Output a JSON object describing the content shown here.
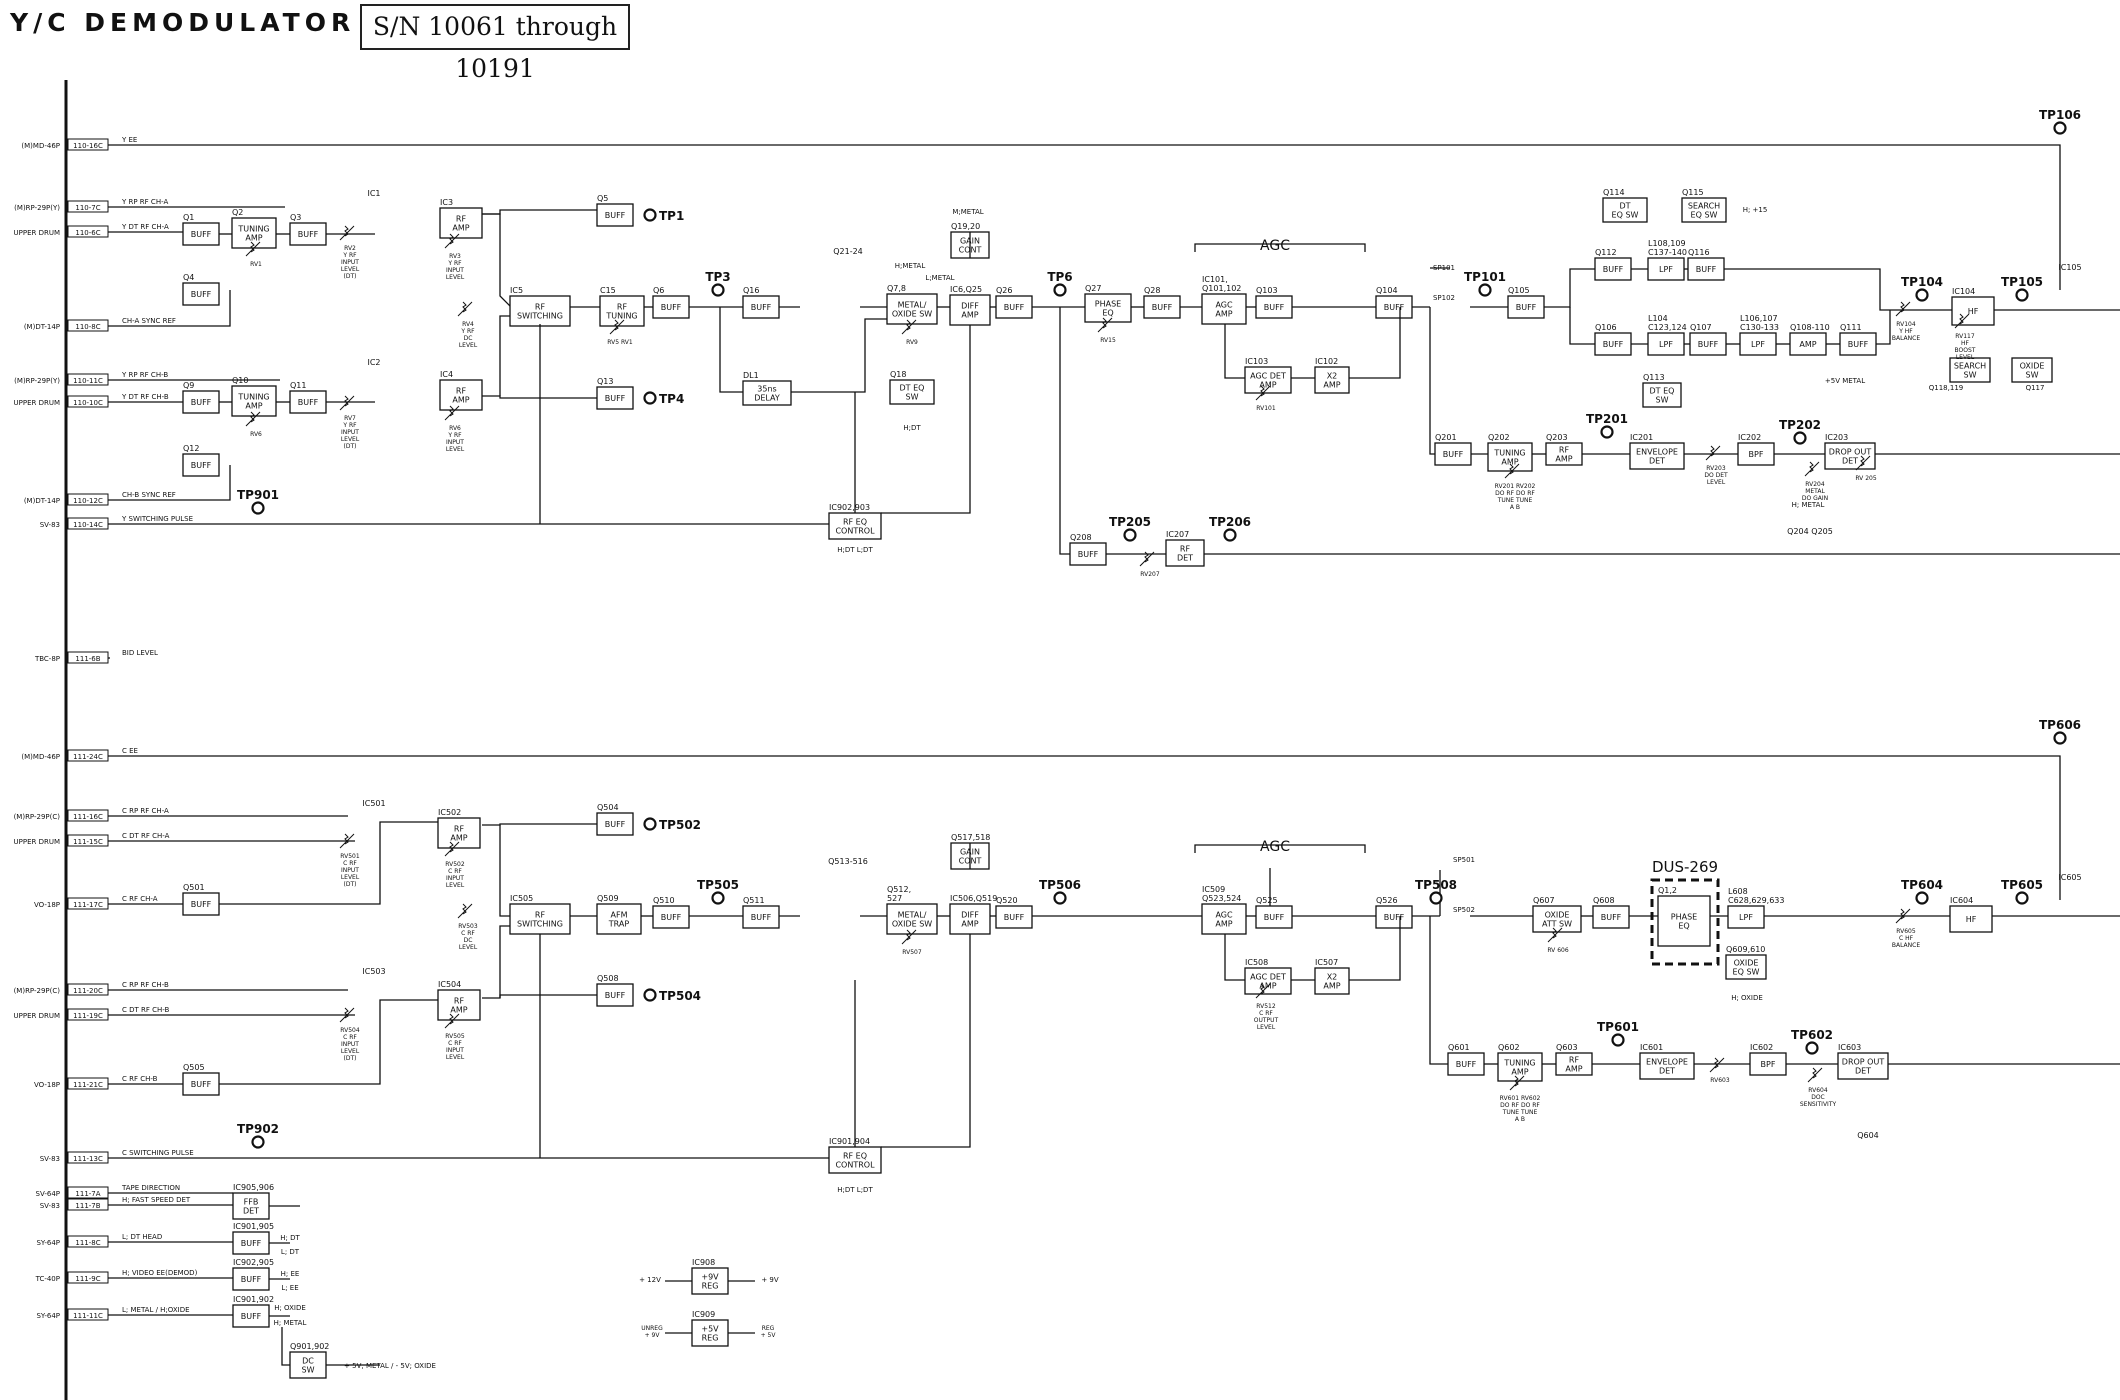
{
  "header": {
    "title": "Y/C DEMODULATOR",
    "serial": "S/N  10061  through  10191"
  },
  "connectors": [
    {
      "id": "c1",
      "left": "(M)MD-46P",
      "right": "110-16C",
      "signal": "Y EE"
    },
    {
      "id": "c2",
      "left": "(M)RP-29P(Y)",
      "right": "110-7C",
      "signal": "Y RP RF CH-A"
    },
    {
      "id": "c3",
      "left": "UPPER DRUM",
      "right": "110-6C",
      "signal": "Y DT RF CH-A"
    },
    {
      "id": "c4",
      "left": "(M)DT-14P",
      "right": "110-8C",
      "signal": "CH-A SYNC REF"
    },
    {
      "id": "c5",
      "left": "(M)RP-29P(Y)",
      "right": "110-11C",
      "signal": "Y RP RF CH-B"
    },
    {
      "id": "c6",
      "left": "UPPER DRUM",
      "right": "110-10C",
      "signal": "Y DT RF CH-B"
    },
    {
      "id": "c7",
      "left": "(M)DT-14P",
      "right": "110-12C",
      "signal": "CH-B SYNC REF"
    },
    {
      "id": "c8",
      "left": "SV-83",
      "right": "110-14C",
      "signal": "Y SWITCHING PULSE"
    },
    {
      "id": "c9",
      "left": "TBC-8P",
      "right": "111-6B",
      "signal": "BID LEVEL"
    },
    {
      "id": "c10",
      "left": "(M)MD-46P",
      "right": "111-24C",
      "signal": "C EE"
    },
    {
      "id": "c11",
      "left": "(M)RP-29P(C)",
      "right": "111-16C",
      "signal": "C RP RF CH-A"
    },
    {
      "id": "c12",
      "left": "UPPER DRUM",
      "right": "111-15C",
      "signal": "C DT RF CH-A"
    },
    {
      "id": "c13",
      "left": "VO-18P",
      "right": "111-17C",
      "signal": "C RF CH-A"
    },
    {
      "id": "c14",
      "left": "(M)RP-29P(C)",
      "right": "111-20C",
      "signal": "C RP RF CH-B"
    },
    {
      "id": "c15",
      "left": "UPPER DRUM",
      "right": "111-19C",
      "signal": "C DT RF CH-B"
    },
    {
      "id": "c16",
      "left": "VO-18P",
      "right": "111-21C",
      "signal": "C RF CH-B"
    },
    {
      "id": "c17",
      "left": "SV-83",
      "right": "111-13C",
      "signal": "C SWITCHING PULSE"
    },
    {
      "id": "c18",
      "left": "SV-64P",
      "right": "111-7A",
      "signal": "TAPE DIRECTION"
    },
    {
      "id": "c19",
      "left": "SV-83",
      "right": "111-7B",
      "signal": "H; FAST SPEED DET"
    },
    {
      "id": "c20",
      "left": "SY-64P",
      "right": "111-8C",
      "signal": "L; DT HEAD"
    },
    {
      "id": "c21",
      "left": "TC-40P",
      "right": "111-9C",
      "signal": "H; VIDEO EE(DEMOD)"
    },
    {
      "id": "c22",
      "left": "SY-64P",
      "right": "111-11C",
      "signal": "L; METAL / H;OXIDE"
    }
  ],
  "blocks": [
    {
      "id": "q1",
      "ref": "Q1",
      "text": "BUFF"
    },
    {
      "id": "q2",
      "ref": "Q2",
      "text": "TUNING|AMP"
    },
    {
      "id": "q3",
      "ref": "Q3",
      "text": "BUFF"
    },
    {
      "id": "q4",
      "ref": "Q4",
      "text": "BUFF"
    },
    {
      "id": "q9",
      "ref": "Q9",
      "text": "BUFF"
    },
    {
      "id": "q10",
      "ref": "Q10",
      "text": "TUNING|AMP"
    },
    {
      "id": "q11",
      "ref": "Q11",
      "text": "BUFF"
    },
    {
      "id": "q12",
      "ref": "Q12",
      "text": "BUFF"
    },
    {
      "id": "ic3",
      "ref": "IC3",
      "text": "RF|AMP"
    },
    {
      "id": "ic4",
      "ref": "IC4",
      "text": "RF|AMP"
    },
    {
      "id": "q5",
      "ref": "Q5",
      "text": "BUFF"
    },
    {
      "id": "q13",
      "ref": "Q13",
      "text": "BUFF"
    },
    {
      "id": "ic5",
      "ref": "IC5",
      "text": "RF|SWITCHING"
    },
    {
      "id": "c15",
      "ref": "C15",
      "text": "RF|TUNING"
    },
    {
      "id": "q6",
      "ref": "Q6",
      "text": "BUFF"
    },
    {
      "id": "q16",
      "ref": "Q16",
      "text": "BUFF"
    },
    {
      "id": "dl1",
      "ref": "DL1",
      "text": "35ns|DELAY"
    },
    {
      "id": "q78",
      "ref": "Q7,8",
      "text": "METAL/|OXIDE SW"
    },
    {
      "id": "q1920",
      "ref": "Q19,20",
      "text": "GAIN|CONT"
    },
    {
      "id": "ic6",
      "ref": "IC6,Q25",
      "text": "DIFF|AMP"
    },
    {
      "id": "q18",
      "ref": "Q18",
      "text": "DT EQ|SW"
    },
    {
      "id": "ic902",
      "ref": "IC902,903",
      "text": "RF EQ|CONTROL"
    },
    {
      "id": "q26",
      "ref": "Q26",
      "text": "BUFF"
    },
    {
      "id": "q27",
      "ref": "Q27",
      "text": "PHASE|EQ"
    },
    {
      "id": "q28",
      "ref": "Q28",
      "text": "BUFF"
    },
    {
      "id": "ic101",
      "ref": "IC101,|Q101,102",
      "text": "AGC|AMP"
    },
    {
      "id": "q103",
      "ref": "Q103",
      "text": "BUFF"
    },
    {
      "id": "ic103",
      "ref": "IC103",
      "text": "AGC DET|AMP"
    },
    {
      "id": "ic102",
      "ref": "IC102",
      "text": "X2|AMP"
    },
    {
      "id": "q104",
      "ref": "Q104",
      "text": "BUFF"
    },
    {
      "id": "q105",
      "ref": "Q105",
      "text": "BUFF"
    },
    {
      "id": "q114",
      "ref": "Q114",
      "text": "DT|EQ SW"
    },
    {
      "id": "q115",
      "ref": "Q115",
      "text": "SEARCH|EQ SW"
    },
    {
      "id": "q112",
      "ref": "Q112",
      "text": "BUFF"
    },
    {
      "id": "l108",
      "ref": "L108,109|C137-140",
      "text": "LPF"
    },
    {
      "id": "q116",
      "ref": "Q116",
      "text": "BUFF"
    },
    {
      "id": "q106",
      "ref": "Q106",
      "text": "BUFF"
    },
    {
      "id": "l104",
      "ref": "L104|C123,124",
      "text": "LPF"
    },
    {
      "id": "q107",
      "ref": "Q107",
      "text": "BUFF"
    },
    {
      "id": "l106",
      "ref": "L106,107|C130-133",
      "text": "LPF"
    },
    {
      "id": "q108",
      "ref": "Q108-110",
      "text": "AMP"
    },
    {
      "id": "q111",
      "ref": "Q111",
      "text": "BUFF"
    },
    {
      "id": "q113",
      "ref": "Q113",
      "text": "DT EQ|SW"
    },
    {
      "id": "ic104",
      "ref": "IC104",
      "text": "HF"
    },
    {
      "id": "srch",
      "ref": "",
      "text": "SEARCH|SW"
    },
    {
      "id": "oxsw",
      "ref": "",
      "text": "OXIDE|SW"
    },
    {
      "id": "q201",
      "ref": "Q201",
      "text": "BUFF"
    },
    {
      "id": "q202",
      "ref": "Q202",
      "text": "TUNING|AMP"
    },
    {
      "id": "q203",
      "ref": "Q203",
      "text": "RF|AMP"
    },
    {
      "id": "ic201",
      "ref": "IC201",
      "text": "ENVELOPE|DET"
    },
    {
      "id": "ic202",
      "ref": "IC202",
      "text": "BPF"
    },
    {
      "id": "ic203",
      "ref": "IC203",
      "text": "DROP OUT|DET"
    },
    {
      "id": "q208",
      "ref": "Q208",
      "text": "BUFF"
    },
    {
      "id": "ic207",
      "ref": "IC207",
      "text": "RF|DET"
    },
    {
      "id": "ic502",
      "ref": "IC502",
      "text": "RF|AMP"
    },
    {
      "id": "ic504",
      "ref": "IC504",
      "text": "RF|AMP"
    },
    {
      "id": "q501",
      "ref": "Q501",
      "text": "BUFF"
    },
    {
      "id": "q505",
      "ref": "Q505",
      "text": "BUFF"
    },
    {
      "id": "q504",
      "ref": "Q504",
      "text": "BUFF"
    },
    {
      "id": "q508",
      "ref": "Q508",
      "text": "BUFF"
    },
    {
      "id": "ic505",
      "ref": "IC505",
      "text": "RF|SWITCHING"
    },
    {
      "id": "q509",
      "ref": "Q509",
      "text": "AFM|TRAP"
    },
    {
      "id": "q510",
      "ref": "Q510",
      "text": "BUFF"
    },
    {
      "id": "q511",
      "ref": "Q511",
      "text": "BUFF"
    },
    {
      "id": "q512",
      "ref": "Q512,|527",
      "text": "METAL/|OXIDE SW"
    },
    {
      "id": "q517",
      "ref": "Q517,518",
      "text": "GAIN|CONT"
    },
    {
      "id": "ic506",
      "ref": "IC506,Q519",
      "text": "DIFF|AMP"
    },
    {
      "id": "q520",
      "ref": "Q520",
      "text": "BUFF"
    },
    {
      "id": "ic901",
      "ref": "IC901,904",
      "text": "RF EQ|CONTROL"
    },
    {
      "id": "ic509",
      "ref": "IC509|Q523,524",
      "text": "AGC|AMP"
    },
    {
      "id": "q525",
      "ref": "Q525",
      "text": "BUFF"
    },
    {
      "id": "ic508",
      "ref": "IC508",
      "text": "AGC DET|AMP"
    },
    {
      "id": "ic507",
      "ref": "IC507",
      "text": "X2|AMP"
    },
    {
      "id": "q526",
      "ref": "Q526",
      "text": "BUFF"
    },
    {
      "id": "q607",
      "ref": "Q607",
      "text": "OXIDE|ATT SW"
    },
    {
      "id": "q608",
      "ref": "Q608",
      "text": "BUFF"
    },
    {
      "id": "q612",
      "ref": "Q1,2",
      "text": "PHASE|EQ"
    },
    {
      "id": "l608",
      "ref": "L608|C628,629,633",
      "text": "LPF"
    },
    {
      "id": "q609",
      "ref": "Q609,610",
      "text": "OXIDE|EQ SW"
    },
    {
      "id": "ic604",
      "ref": "IC604",
      "text": "HF"
    },
    {
      "id": "q601",
      "ref": "Q601",
      "text": "BUFF"
    },
    {
      "id": "q602",
      "ref": "Q602",
      "text": "TUNING|AMP"
    },
    {
      "id": "q603",
      "ref": "Q603",
      "text": "RF|AMP"
    },
    {
      "id": "ic601",
      "ref": "IC601",
      "text": "ENVELOPE|DET"
    },
    {
      "id": "ic602",
      "ref": "IC602",
      "text": "BPF"
    },
    {
      "id": "ic603",
      "ref": "IC603",
      "text": "DROP OUT|DET"
    },
    {
      "id": "ic905",
      "ref": "IC905,906",
      "text": "FFB|DET"
    },
    {
      "id": "ic901b",
      "ref": "IC901,905",
      "text": "BUFF"
    },
    {
      "id": "ic902b",
      "ref": "IC902,905",
      "text": "BUFF"
    },
    {
      "id": "ic901c",
      "ref": "IC901,902",
      "text": "BUFF"
    },
    {
      "id": "q901",
      "ref": "Q901,902",
      "text": "DC|SW"
    },
    {
      "id": "ic908",
      "ref": "IC908",
      "text": "+9V|REG"
    },
    {
      "id": "ic909",
      "ref": "IC909",
      "text": "+5V|REG"
    }
  ],
  "testpoints": [
    {
      "id": "tp1",
      "label": "TP1"
    },
    {
      "id": "tp4",
      "label": "TP4"
    },
    {
      "id": "tp3",
      "label": "TP3"
    },
    {
      "id": "tp6",
      "label": "TP6"
    },
    {
      "id": "tp101",
      "label": "TP101"
    },
    {
      "id": "tp104",
      "label": "TP104"
    },
    {
      "id": "tp105",
      "label": "TP105"
    },
    {
      "id": "tp106",
      "label": "TP106"
    },
    {
      "id": "tp201",
      "label": "TP201"
    },
    {
      "id": "tp202",
      "label": "TP202"
    },
    {
      "id": "tp205",
      "label": "TP205"
    },
    {
      "id": "tp206",
      "label": "TP206"
    },
    {
      "id": "tp901",
      "label": "TP901"
    },
    {
      "id": "tp502",
      "label": "TP502"
    },
    {
      "id": "tp504",
      "label": "TP504"
    },
    {
      "id": "tp505",
      "label": "TP505"
    },
    {
      "id": "tp506",
      "label": "TP506"
    },
    {
      "id": "tp508",
      "label": "TP508"
    },
    {
      "id": "tp601",
      "label": "TP601"
    },
    {
      "id": "tp602",
      "label": "TP602"
    },
    {
      "id": "tp604",
      "label": "TP604"
    },
    {
      "id": "tp605",
      "label": "TP605"
    },
    {
      "id": "tp606",
      "label": "TP606"
    },
    {
      "id": "tp902",
      "label": "TP902"
    }
  ],
  "labels": [
    {
      "id": "agc1",
      "text": "AGC"
    },
    {
      "id": "agc2",
      "text": "AGC"
    },
    {
      "id": "dus",
      "text": "DUS-269"
    },
    {
      "id": "ic1",
      "text": "IC1"
    },
    {
      "id": "ic2",
      "text": "IC2"
    },
    {
      "id": "ic501",
      "text": "IC501"
    },
    {
      "id": "ic503",
      "text": "IC503"
    },
    {
      "id": "q2124",
      "text": "Q21-24"
    },
    {
      "id": "q513",
      "text": "Q513-516"
    },
    {
      "id": "ic105",
      "text": "IC105"
    },
    {
      "id": "ic605",
      "text": "IC605"
    },
    {
      "id": "sp101",
      "text": "SP101"
    },
    {
      "id": "sp102",
      "text": "SP102"
    },
    {
      "id": "sp501",
      "text": "SP501"
    },
    {
      "id": "sp502",
      "text": "SP502"
    },
    {
      "id": "hmetal1",
      "text": "H;METAL"
    },
    {
      "id": "hmetal2",
      "text": "M;METAL"
    },
    {
      "id": "lmetal",
      "text": "L;METAL"
    },
    {
      "id": "hdt",
      "text": "H;DT"
    },
    {
      "id": "hdt2",
      "text": "H;DT   L;DT"
    },
    {
      "id": "hdt3",
      "text": "H;DT   L;DT"
    },
    {
      "id": "h15",
      "text": "H; +15"
    },
    {
      "id": "hdt4",
      "text": "H; DT"
    },
    {
      "id": "ldt",
      "text": "L; DT"
    },
    {
      "id": "hee",
      "text": "H; EE"
    },
    {
      "id": "lee",
      "text": "L; EE"
    },
    {
      "id": "hox",
      "text": "H; OXIDE"
    },
    {
      "id": "hmet",
      "text": "H; METAL"
    },
    {
      "id": "v5",
      "text": "+ 5V; METAL / - 5V; OXIDE"
    },
    {
      "id": "p12",
      "text": "+ 12V"
    },
    {
      "id": "p9",
      "text": "+ 9V"
    },
    {
      "id": "unreg",
      "text": "UNREG|+ 9V"
    },
    {
      "id": "reg5",
      "text": "REG|+ 5V"
    },
    {
      "id": "p5metal",
      "text": "+5V METAL"
    },
    {
      "id": "hmetal3",
      "text": "H; METAL"
    },
    {
      "id": "hoxide",
      "text": "H; OXIDE"
    },
    {
      "id": "q204",
      "text": "Q204  Q205"
    },
    {
      "id": "q604",
      "text": "Q604"
    },
    {
      "id": "q118",
      "text": "Q118,119"
    },
    {
      "id": "q117",
      "text": "Q117"
    }
  ],
  "pots": [
    {
      "id": "rv1",
      "text": "RV1"
    },
    {
      "id": "rv2",
      "text": "RV2|Y RF|INPUT|LEVEL|(DT)"
    },
    {
      "id": "rv3",
      "text": "RV3|Y RF|INPUT|LEVEL"
    },
    {
      "id": "rv4",
      "text": "RV4|Y RF|DC|LEVEL"
    },
    {
      "id": "rv5",
      "text": "RV5   RV1"
    },
    {
      "id": "rv6",
      "text": "RV6"
    },
    {
      "id": "rv7",
      "text": "RV7|Y RF|INPUT|LEVEL|(DT)"
    },
    {
      "id": "rv8",
      "text": "RV6|Y RF|INPUT|LEVEL"
    },
    {
      "id": "rv9",
      "text": "RV9"
    },
    {
      "id": "rv15",
      "text": "RV15"
    },
    {
      "id": "rv101",
      "text": "RV101"
    },
    {
      "id": "rv207",
      "text": "RV207"
    },
    {
      "id": "rv201",
      "text": "RV201 RV202|DO RF  DO RF|TUNE   TUNE|A      B"
    },
    {
      "id": "rv203",
      "text": "RV203|DO DET|LEVEL"
    },
    {
      "id": "rv204",
      "text": "RV204|METAL|DO GAIN"
    },
    {
      "id": "rv205",
      "text": "RV 205"
    },
    {
      "id": "rv104",
      "text": "RV104|Y HF|BALANCE"
    },
    {
      "id": "rv117",
      "text": "RV117|HF|BOOST|LEVEL"
    },
    {
      "id": "rv501",
      "text": "RV501|C RF|INPUT|LEVEL|(DT)"
    },
    {
      "id": "rv502",
      "text": "RV502|C RF|INPUT|LEVEL"
    },
    {
      "id": "rv503",
      "text": "RV503|C RF|DC|LEVEL"
    },
    {
      "id": "rv504",
      "text": "RV504|C RF|INPUT|LEVEL|(DT)"
    },
    {
      "id": "rv505",
      "text": "RV505|C RF|INPUT|LEVEL"
    },
    {
      "id": "rv507",
      "text": "RV507"
    },
    {
      "id": "rv512",
      "text": "RV512|C RF|OUTPUT|LEVEL"
    },
    {
      "id": "rv606",
      "text": "RV 606"
    },
    {
      "id": "rv601",
      "text": "RV601 RV602|DO RF  DO RF|TUNE   TUNE|A      B"
    },
    {
      "id": "rv603",
      "text": "RV603"
    },
    {
      "id": "rv604",
      "text": "RV604|DOC|SENSITIVITY"
    },
    {
      "id": "rv605",
      "text": "RV605|C HF|BALANCE"
    }
  ]
}
